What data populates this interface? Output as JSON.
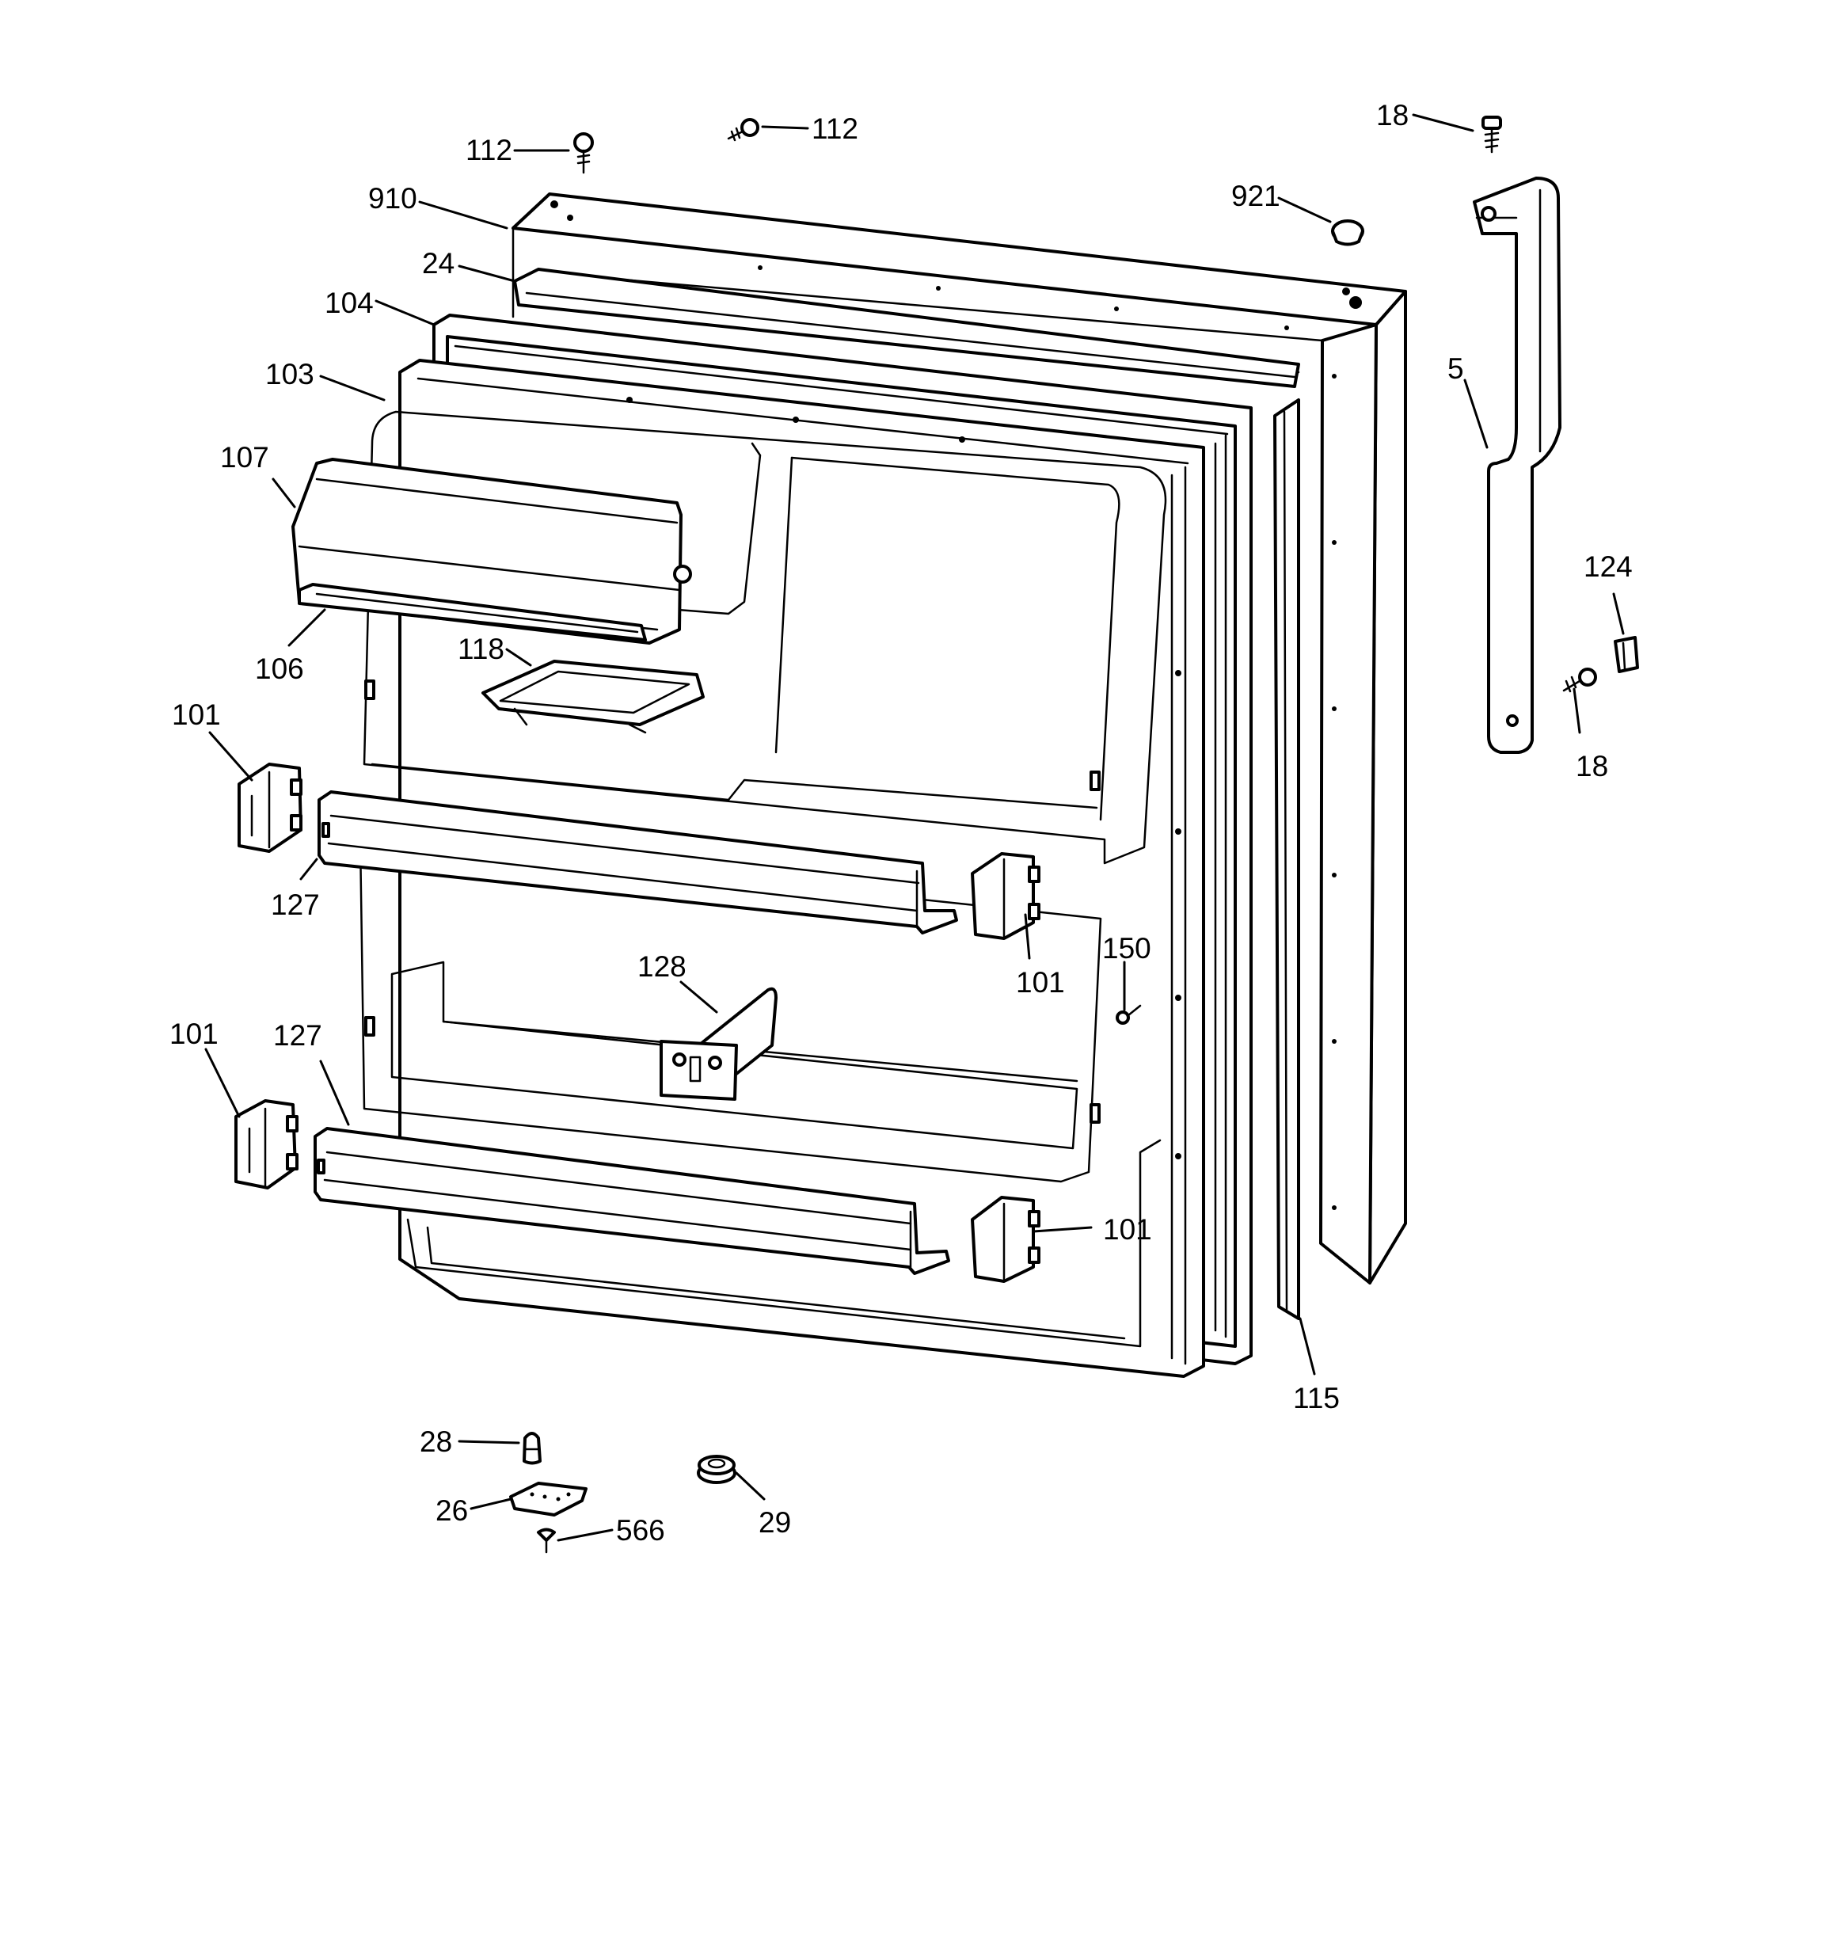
{
  "diagram": {
    "type": "exploded-parts-diagram",
    "colors": {
      "line": "#000000",
      "background": "#ffffff"
    },
    "callouts": {
      "c112a": "112",
      "c112b": "112",
      "c18a": "18",
      "c910": "910",
      "c921": "921",
      "c24": "24",
      "c104": "104",
      "c103": "103",
      "c5": "5",
      "c107": "107",
      "c124": "124",
      "c106": "106",
      "c118": "118",
      "c18b": "18",
      "c101a": "101",
      "c127a": "127",
      "c150": "150",
      "c128": "128",
      "c101b": "101",
      "c101c": "101",
      "c127b": "127",
      "c101d": "101",
      "c115": "115",
      "c28": "28",
      "c26": "26",
      "c566": "566",
      "c29": "29"
    }
  }
}
